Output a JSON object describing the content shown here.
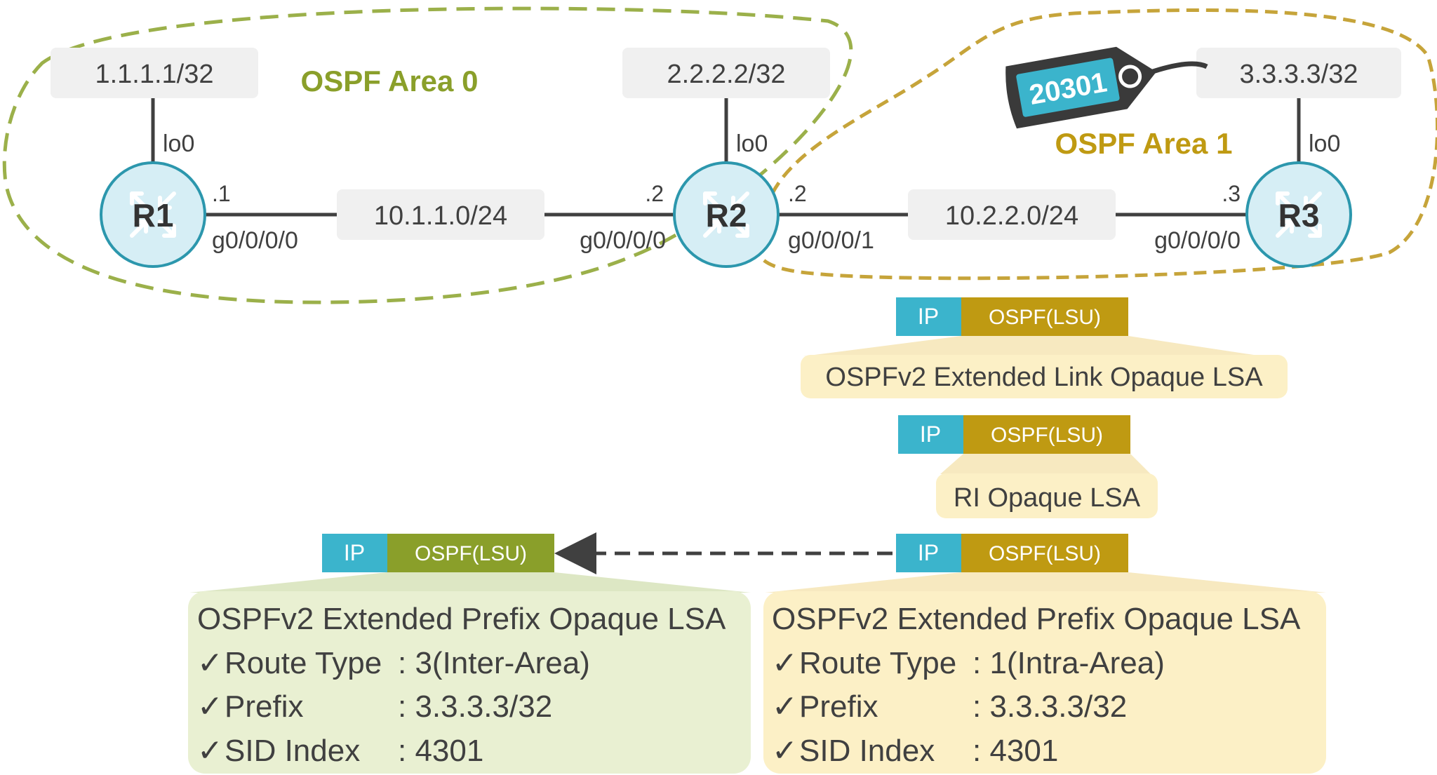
{
  "areas": {
    "area0": {
      "label": "OSPF Area 0",
      "color": "#8a9f2a"
    },
    "area1": {
      "label": "OSPF Area 1",
      "color": "#bf9a12"
    }
  },
  "routers": {
    "r1": {
      "name": "R1"
    },
    "r2": {
      "name": "R2"
    },
    "r3": {
      "name": "R3"
    }
  },
  "loopbacks": {
    "r1": {
      "prefix": "1.1.1.1/32",
      "iface": "lo0"
    },
    "r2": {
      "prefix": "2.2.2.2/32",
      "iface": "lo0"
    },
    "r3": {
      "prefix": "3.3.3.3/32",
      "iface": "lo0"
    }
  },
  "links": {
    "r1r2": {
      "network": "10.1.1.0/24",
      "r1_host": ".1",
      "r1_iface": "g0/0/0/0",
      "r2_host": ".2",
      "r2_iface": "g0/0/0/0"
    },
    "r2r3": {
      "network": "10.2.2.0/24",
      "r2_host": ".2",
      "r2_iface": "g0/0/0/1",
      "r3_host": ".3",
      "r3_iface": "g0/0/0/0"
    }
  },
  "label_tag": {
    "value": "20301"
  },
  "packets": {
    "ip_label": "IP",
    "ospf_label": "OSPF(LSU)"
  },
  "lsas": {
    "ext_link": {
      "title": "OSPFv2 Extended Link Opaque LSA"
    },
    "ri": {
      "title": "RI Opaque LSA"
    },
    "prefix_area0": {
      "title": "OSPFv2 Extended Prefix Opaque LSA",
      "rows": [
        {
          "name": "Route Type",
          "value": ": 3(Inter-Area)"
        },
        {
          "name": "Prefix",
          "value": ": 3.3.3.3/32"
        },
        {
          "name": "SID Index",
          "value": ": 4301"
        }
      ]
    },
    "prefix_area1": {
      "title": "OSPFv2 Extended Prefix Opaque LSA",
      "rows": [
        {
          "name": "Route Type",
          "value": ": 1(Intra-Area)"
        },
        {
          "name": "Prefix",
          "value": ": 3.3.3.3/32"
        },
        {
          "name": "SID Index",
          "value": ": 4301"
        }
      ]
    }
  },
  "check_mark": "✓",
  "colors": {
    "ip_blue": "#3bb4cc",
    "ospf_gold": "#bf9a12",
    "ospf_green": "#8a9f2a",
    "box_gray": "#f0f0f0",
    "lsa_yellow": "#fcf0c6",
    "lsa_green": "#e9f0d2",
    "router_fill": "#d6eef5",
    "router_stroke": "#2c97ad",
    "tag_dark": "#3a3a3a"
  }
}
